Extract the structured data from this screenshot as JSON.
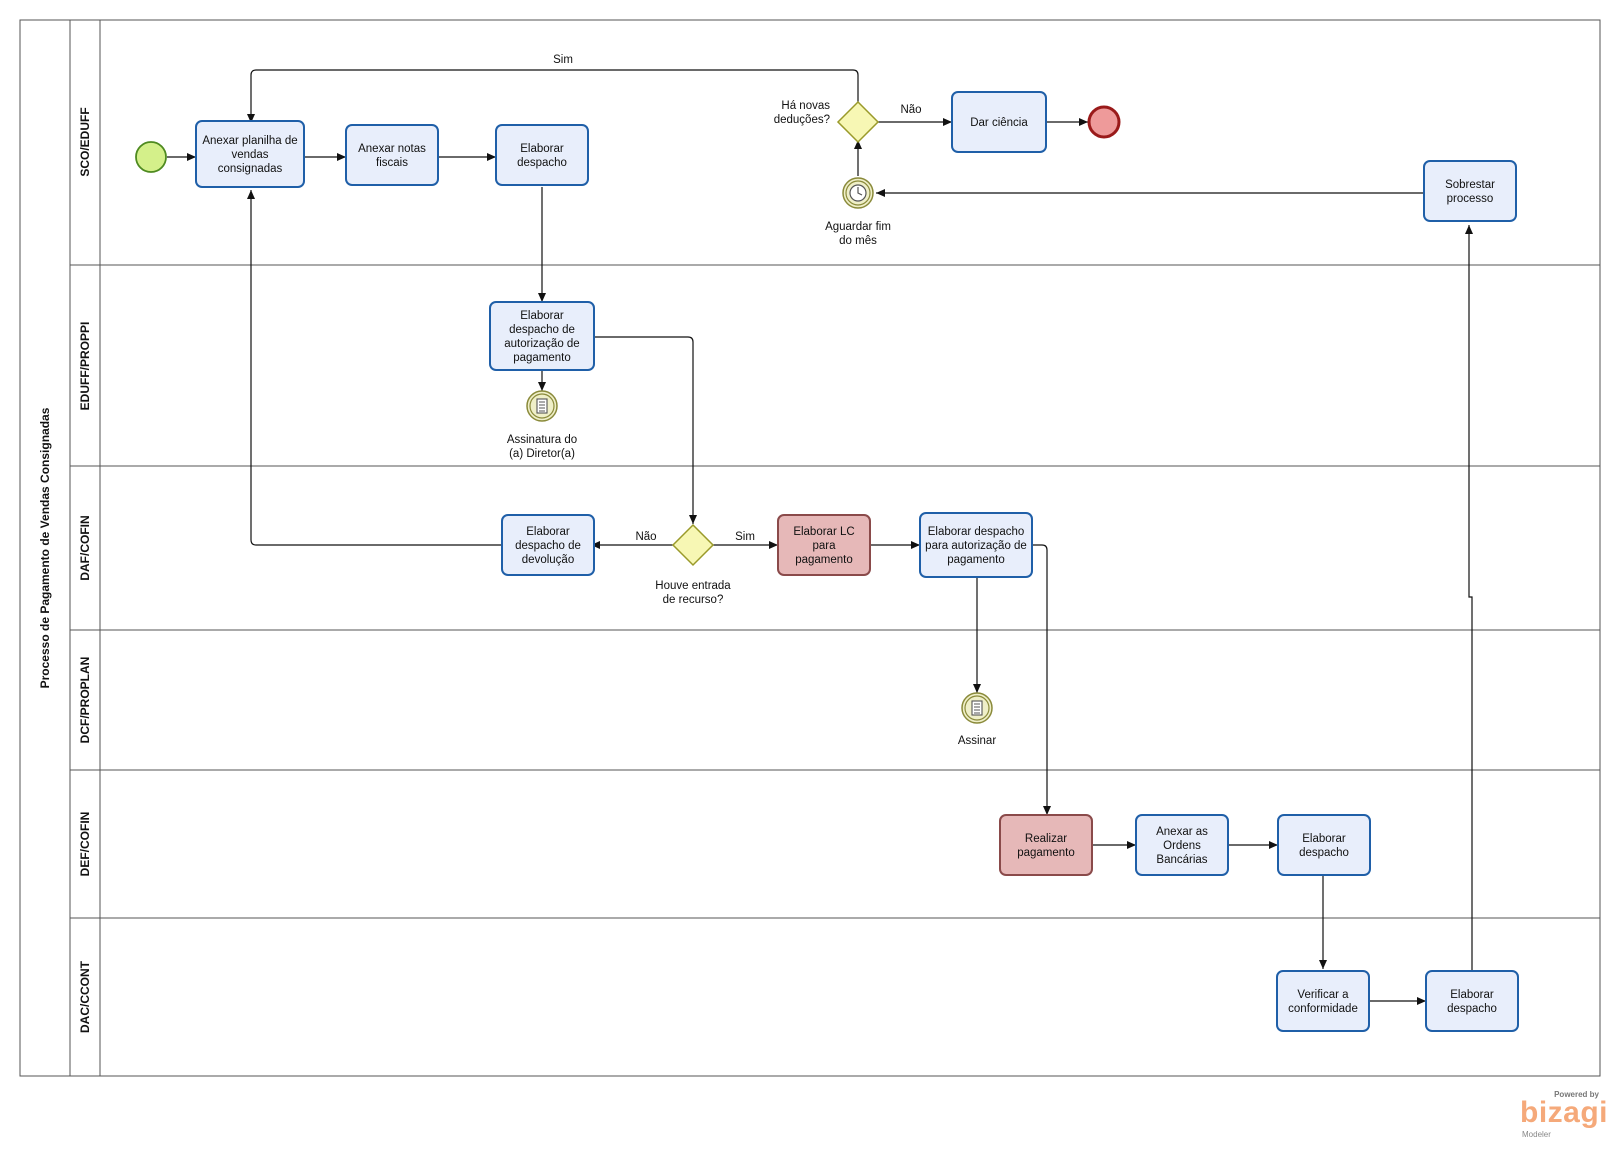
{
  "pool": {
    "title": "Processo de Pagamento de Vendas Consignadas"
  },
  "lanes": [
    {
      "id": "sco",
      "label": "SCO/EDUFF"
    },
    {
      "id": "eduff",
      "label": "EDUFF/PROPPI"
    },
    {
      "id": "daf",
      "label": "DAF/COFIN"
    },
    {
      "id": "dcf",
      "label": "DCF/PROPLAN"
    },
    {
      "id": "def",
      "label": "DEF/COFIN"
    },
    {
      "id": "dac",
      "label": "DAC/CCONT"
    }
  ],
  "tasks": [
    {
      "id": "t1",
      "lines": [
        "Anexar planilha de",
        "vendas",
        "consignadas"
      ],
      "style": "normal"
    },
    {
      "id": "t2",
      "lines": [
        "Anexar notas",
        "fiscais"
      ],
      "style": "normal"
    },
    {
      "id": "t3",
      "lines": [
        "Elaborar",
        "despacho"
      ],
      "style": "normal"
    },
    {
      "id": "t4",
      "lines": [
        "Dar ciência"
      ],
      "style": "normal"
    },
    {
      "id": "t5",
      "lines": [
        "Sobrestar",
        "processo"
      ],
      "style": "normal"
    },
    {
      "id": "t6",
      "lines": [
        "Elaborar",
        "despacho de",
        "autorização de",
        "pagamento"
      ],
      "style": "normal"
    },
    {
      "id": "t7",
      "lines": [
        "Elaborar",
        "despacho de",
        "devolução"
      ],
      "style": "normal"
    },
    {
      "id": "t8",
      "lines": [
        "Elaborar LC",
        "para",
        "pagamento"
      ],
      "style": "highlight"
    },
    {
      "id": "t9",
      "lines": [
        "Elaborar despacho",
        "para autorização de",
        "pagamento"
      ],
      "style": "normal"
    },
    {
      "id": "t10",
      "lines": [
        "Realizar",
        "pagamento"
      ],
      "style": "highlight"
    },
    {
      "id": "t11",
      "lines": [
        "Anexar as",
        "Ordens",
        "Bancárias"
      ],
      "style": "normal"
    },
    {
      "id": "t12",
      "lines": [
        "Elaborar",
        "despacho"
      ],
      "style": "normal"
    },
    {
      "id": "t13",
      "lines": [
        "Verificar a",
        "conformidade"
      ],
      "style": "normal"
    },
    {
      "id": "t14",
      "lines": [
        "Elaborar",
        "despacho"
      ],
      "style": "normal"
    }
  ],
  "gateways": [
    {
      "id": "g1",
      "lines": [
        "Há novas",
        "deduções?"
      ]
    },
    {
      "id": "g2",
      "lines": [
        "Houve entrada",
        "de recurso?"
      ]
    }
  ],
  "events": [
    {
      "id": "start",
      "kind": "start",
      "lines": []
    },
    {
      "id": "end",
      "kind": "end",
      "lines": []
    },
    {
      "id": "timer",
      "kind": "timer",
      "lines": [
        "Aguardar fim",
        "do mês"
      ]
    },
    {
      "id": "sig1",
      "kind": "conditional",
      "lines": [
        "Assinatura do",
        "(a) Diretor(a)"
      ]
    },
    {
      "id": "sig2",
      "kind": "conditional",
      "lines": [
        "Assinar"
      ]
    }
  ],
  "flow_labels": [
    {
      "id": "sim1",
      "text": "Sim"
    },
    {
      "id": "nao1",
      "text": "Não"
    },
    {
      "id": "nao2",
      "text": "Não"
    },
    {
      "id": "sim2",
      "text": "Sim"
    }
  ],
  "colors": {
    "task_fill": "#e8eefb",
    "task_stroke": "#1f5fa8",
    "highlight_fill": "#e6b8b8",
    "highlight_stroke": "#8a4a4a",
    "start_fill": "#d4f08a",
    "end_fill": "#ee9a9a",
    "gateway_fill": "#f7f7b4",
    "event_fill": "#efefc8",
    "lane_stroke": "#555555"
  },
  "branding": {
    "powered_by": "Powered by",
    "logo": "bizagi",
    "product": "Modeler"
  }
}
